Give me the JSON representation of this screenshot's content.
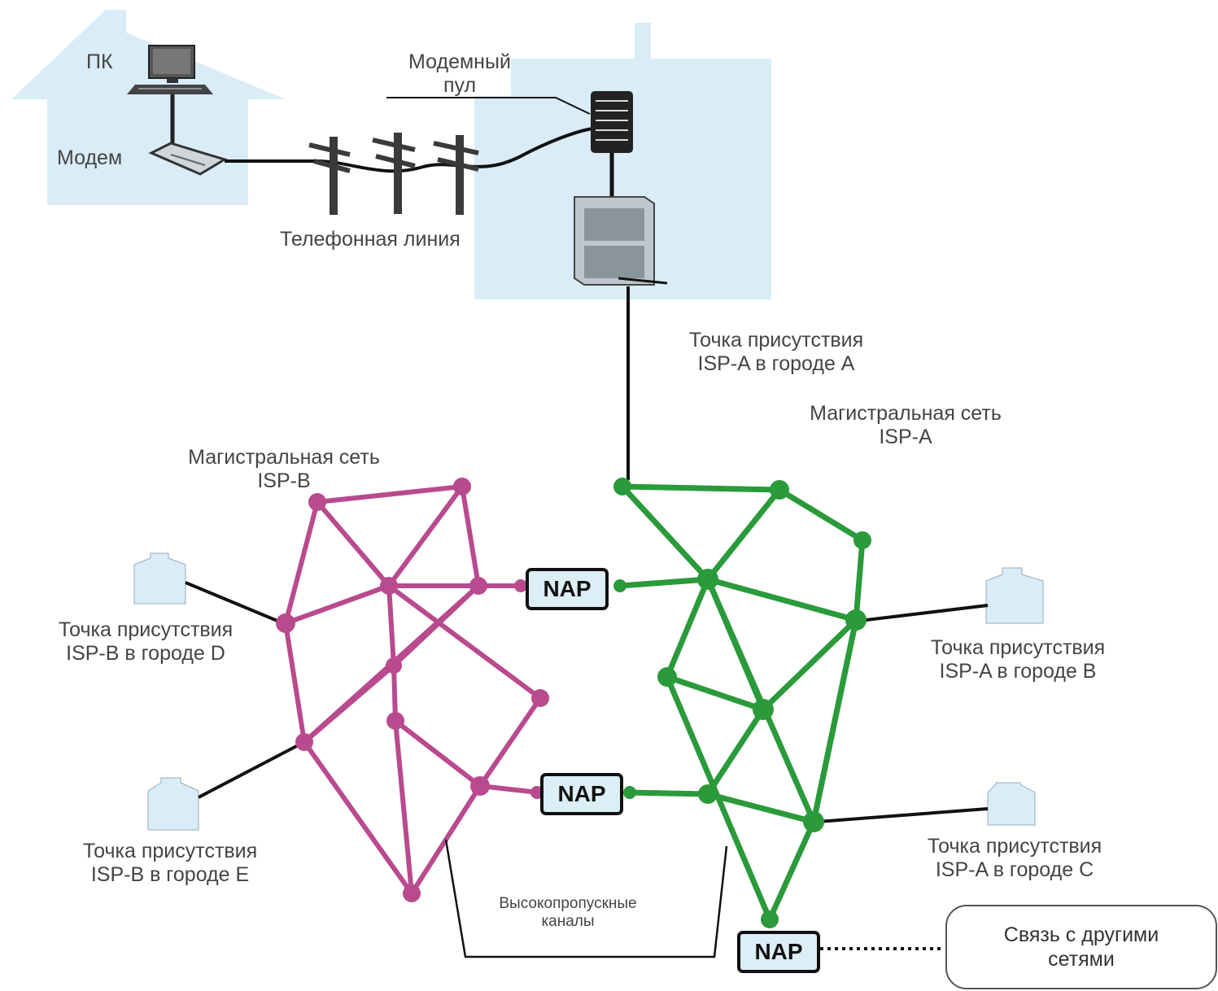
{
  "labels": {
    "pc": "ПК",
    "modem": "Модем",
    "modem_pool": "Модемный\nпул",
    "phone_line": "Телефонная линия",
    "pop_isp_a_city_a": "Точка присутствия\nISP-A в городе A",
    "backbone_isp_a": "Магистральная сеть\nISP-A",
    "backbone_isp_b": "Магистральная сеть\nISP-B",
    "pop_isp_b_city_d": "Точка присутствия\nISP-B в городе D",
    "pop_isp_b_city_e": "Точка присутствия\nISP-B в городе E",
    "pop_isp_a_city_b": "Точка присутствия\nISP-A в городе B",
    "pop_isp_a_city_c": "Точка присутствия\nISP-A в городе C",
    "high_capacity_channels": "Высокопропускные\nканалы",
    "other_networks": "Связь с другими\nсетями"
  },
  "nap": [
    "NAP",
    "NAP",
    "NAP"
  ],
  "colors": {
    "isp_b": "#b94a8e",
    "isp_a": "#2a9a3a",
    "building": "#d9ecf7",
    "link": "#111111"
  }
}
